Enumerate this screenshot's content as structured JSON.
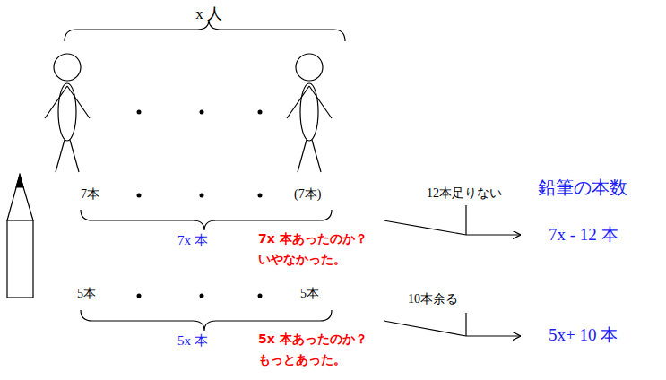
{
  "diagram": {
    "labels": [
      "x 人",
      "7本",
      "(7本)",
      "12本足りない",
      "鉛筆の本数",
      "7x 本",
      "7x 本あったのか？",
      "いやなかった。",
      "7x - 12 本",
      "5本",
      "5本",
      "10本余る",
      "5x 本",
      "5x 本あったのか？",
      "もっとあった。",
      "5x+ 10 本"
    ]
  }
}
